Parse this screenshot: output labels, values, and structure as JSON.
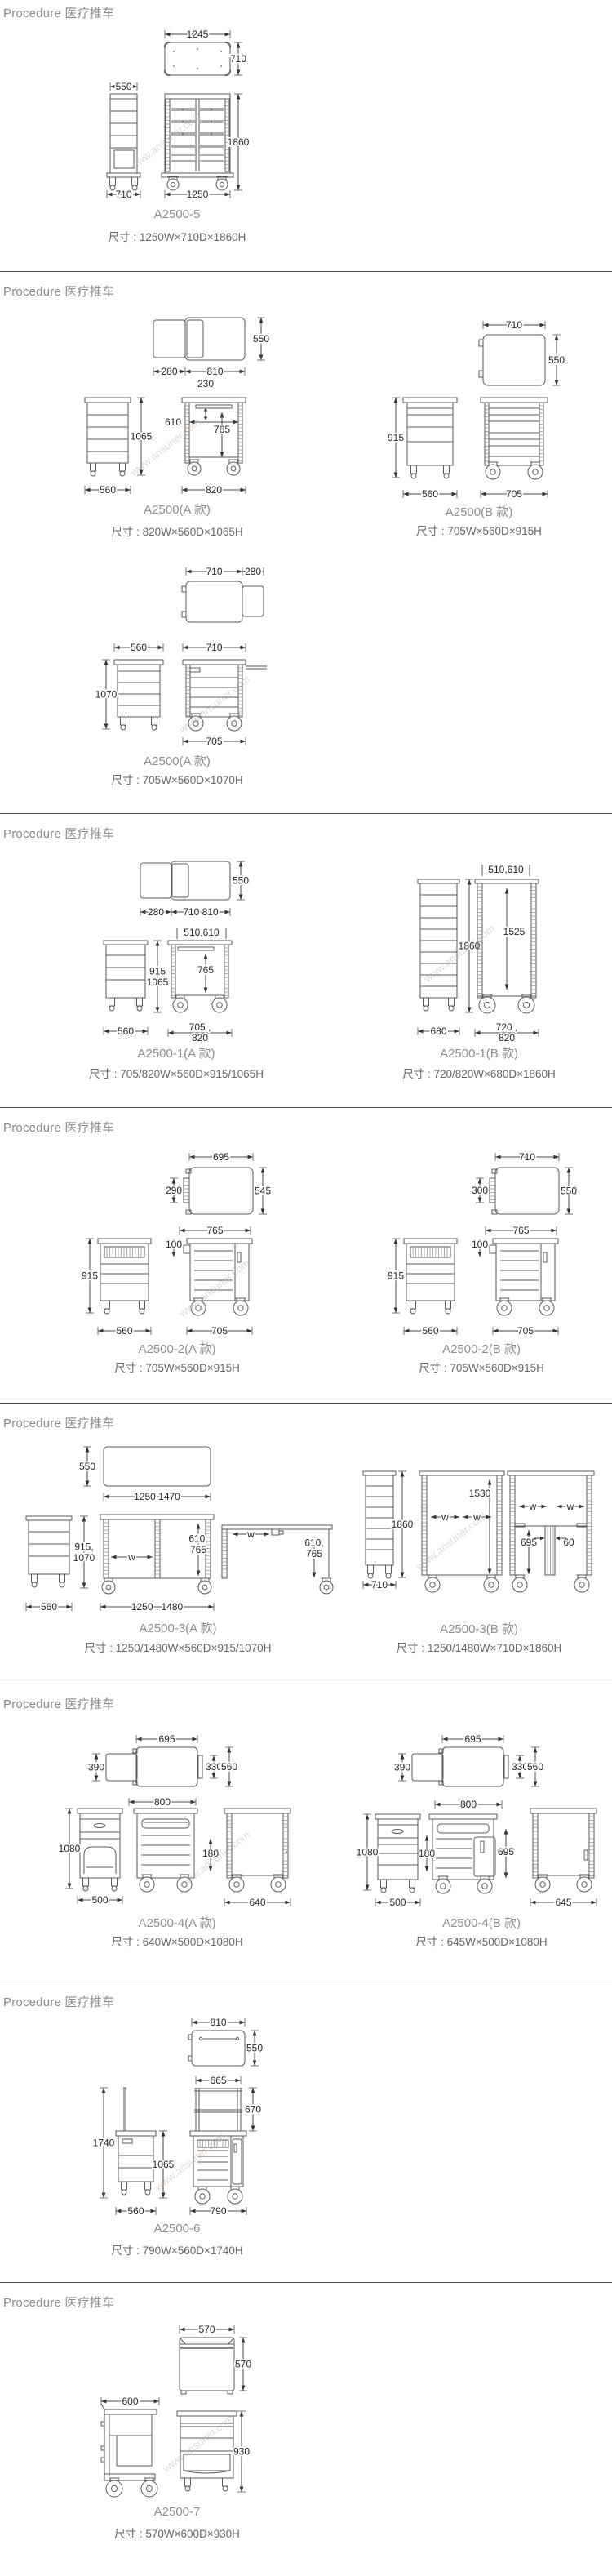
{
  "watermark": "www.ansuner.com",
  "sections": [
    {
      "header": "Procedure 医疗推车",
      "models": [
        {
          "name": "A2500-5",
          "size": "尺寸 : 1250W×710D×1860H",
          "dims": {
            "tw": "1245",
            "td": "710",
            "sw": "550",
            "sd": "710",
            "fw": "1250",
            "fh": "1860"
          }
        }
      ]
    },
    {
      "header": "Procedure 医疗推车",
      "models": [
        {
          "name": "A2500(A 款)",
          "size": "尺寸 : 820W×560D×1065H",
          "dims": {
            "d280": "280",
            "d810": "810",
            "d550": "550",
            "d230": "230",
            "d610": "610",
            "d765": "765",
            "d1065": "1065",
            "d560": "560",
            "d820": "820"
          }
        },
        {
          "name": "A2500(B 款)",
          "size": "尺寸 : 705W×560D×915H",
          "dims": {
            "d710": "710",
            "d550": "550",
            "d915": "915",
            "d560": "560",
            "d705": "705"
          }
        },
        {
          "name": "A2500(A 款)",
          "size": "尺寸 : 705W×560D×1070H",
          "dims": {
            "d710": "710",
            "d280": "280",
            "d560": "560",
            "d1070": "1070",
            "d705": "705"
          }
        }
      ]
    },
    {
      "header": "Procedure 医疗推车",
      "models": [
        {
          "name": "A2500-1(A 款)",
          "size": "尺寸 : 705/820W×560D×915/1065H",
          "dims": {
            "d280": "280",
            "d710810": "710 810",
            "d550": "550",
            "d510610": "510,610",
            "h1": "915",
            "h2": "1065",
            "d765": "765",
            "d560": "560",
            "w1": "705 ,",
            "w2": "820"
          }
        },
        {
          "name": "A2500-1(B 款)",
          "size": "尺寸 : 720/820W×680D×1860H",
          "dims": {
            "d510610": "510,610",
            "d1860": "1860",
            "d1525": "1525",
            "d680": "680",
            "w1": "720 ,",
            "w2": "820"
          }
        }
      ]
    },
    {
      "header": "Procedure 医疗推车",
      "models": [
        {
          "name": "A2500-2(A 款)",
          "size": "尺寸 : 705W×560D×915H",
          "dims": {
            "d695": "695",
            "d545": "545",
            "d290": "290",
            "d765": "765",
            "d100": "100",
            "d915": "915",
            "d560": "560",
            "d705": "705"
          }
        },
        {
          "name": "A2500-2(B 款)",
          "size": "尺寸 : 705W×560D×915H",
          "dims": {
            "d710": "710",
            "d550": "550",
            "d300": "300",
            "d765": "765",
            "d100": "100",
            "d915": "915",
            "d560": "560",
            "d705": "705"
          }
        }
      ]
    },
    {
      "header": "Procedure 医疗推车",
      "models": [
        {
          "name": "A2500-3(A 款)",
          "size": "尺寸 : 1250/1480W×560D×915/1070H",
          "dims": {
            "d550": "550",
            "dtop": "1250 1470",
            "h1": "915,",
            "h2": "1070",
            "dw": "w",
            "v1": "610,",
            "v2": "765",
            "d560": "560",
            "dbot": "1250 , 1480"
          }
        },
        {
          "name": "A2500-3(B 款)",
          "size": "尺寸 : 1250/1480W×710D×1860H",
          "dims": {
            "d1860": "1860",
            "d1530": "1530",
            "dw": "w",
            "d695": "695",
            "d60": "60",
            "d710": "710"
          }
        }
      ]
    },
    {
      "header": "Procedure 医疗推车",
      "models": [
        {
          "name": "A2500-4(A 款)",
          "size": "尺寸 : 640W×500D×1080H",
          "dims": {
            "d695": "695",
            "d390": "390",
            "d330": "330",
            "d560": "560",
            "d800": "800",
            "d1080": "1080",
            "d180": "180",
            "d500": "500",
            "d640": "640"
          }
        },
        {
          "name": "A2500-4(B 款)",
          "size": "尺寸 : 645W×500D×1080H",
          "dims": {
            "d695": "695",
            "d390": "390",
            "d330": "330",
            "d560": "560",
            "d800": "800",
            "d1080": "1080",
            "d180": "180",
            "d695b": "695",
            "d500": "500",
            "d645": "645"
          }
        }
      ]
    },
    {
      "header": "Procedure 医疗推车",
      "models": [
        {
          "name": "A2500-6",
          "size": "尺寸 : 790W×560D×1740H",
          "dims": {
            "d810": "810",
            "d550": "550",
            "d665": "665",
            "d670": "670",
            "d1740": "1740",
            "d1065": "1065",
            "d560": "560",
            "d790": "790"
          }
        }
      ]
    },
    {
      "header": "Procedure 医疗推车",
      "models": [
        {
          "name": "A2500-7",
          "size": "尺寸 : 570W×600D×930H",
          "dims": {
            "d570w": "570",
            "d570d": "570",
            "d600": "600",
            "d930": "930"
          }
        }
      ]
    }
  ]
}
